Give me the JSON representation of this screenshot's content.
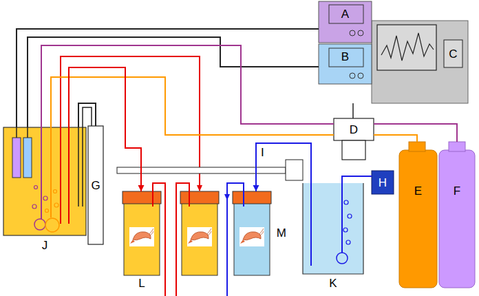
{
  "diagram": {
    "nodes": [
      {
        "text": [
          "A"
        ]
      },
      {
        "text": [
          "B"
        ]
      },
      {
        "text": [
          "C"
        ]
      },
      {
        "text": [
          "D"
        ]
      },
      {
        "text": [
          "J"
        ]
      },
      {
        "text": [
          "G"
        ]
      },
      {
        "text": [
          "L"
        ]
      },
      {
        "text": [
          "M"
        ]
      },
      {
        "text": [
          "K"
        ]
      },
      {
        "text": [
          "H"
        ]
      },
      {
        "text": [
          "E"
        ]
      },
      {
        "text": [
          "F"
        ]
      }
    ],
    "edges": [
      {
        "from": 4,
        "to": 0,
        "arrow": "none"
      },
      {
        "from": 4,
        "to": 1,
        "arrow": "none"
      },
      {
        "from": 3,
        "to": 4,
        "arrow": "none"
      },
      {
        "from": 3,
        "to": 4,
        "arrow": "none"
      },
      {
        "from": 10,
        "to": 3,
        "arrow": "none"
      },
      {
        "from": 11,
        "to": 3,
        "arrow": "none"
      },
      {
        "from": 4,
        "to": 6,
        "arrow": "to"
      },
      {
        "from": 5,
        "to": 4,
        "arrow": "none"
      },
      {
        "from": 8,
        "to": 7,
        "arrow": "to"
      },
      {
        "from": 9,
        "to": 8,
        "arrow": "none"
      }
    ],
    "labels": [
      "I"
    ]
  }
}
